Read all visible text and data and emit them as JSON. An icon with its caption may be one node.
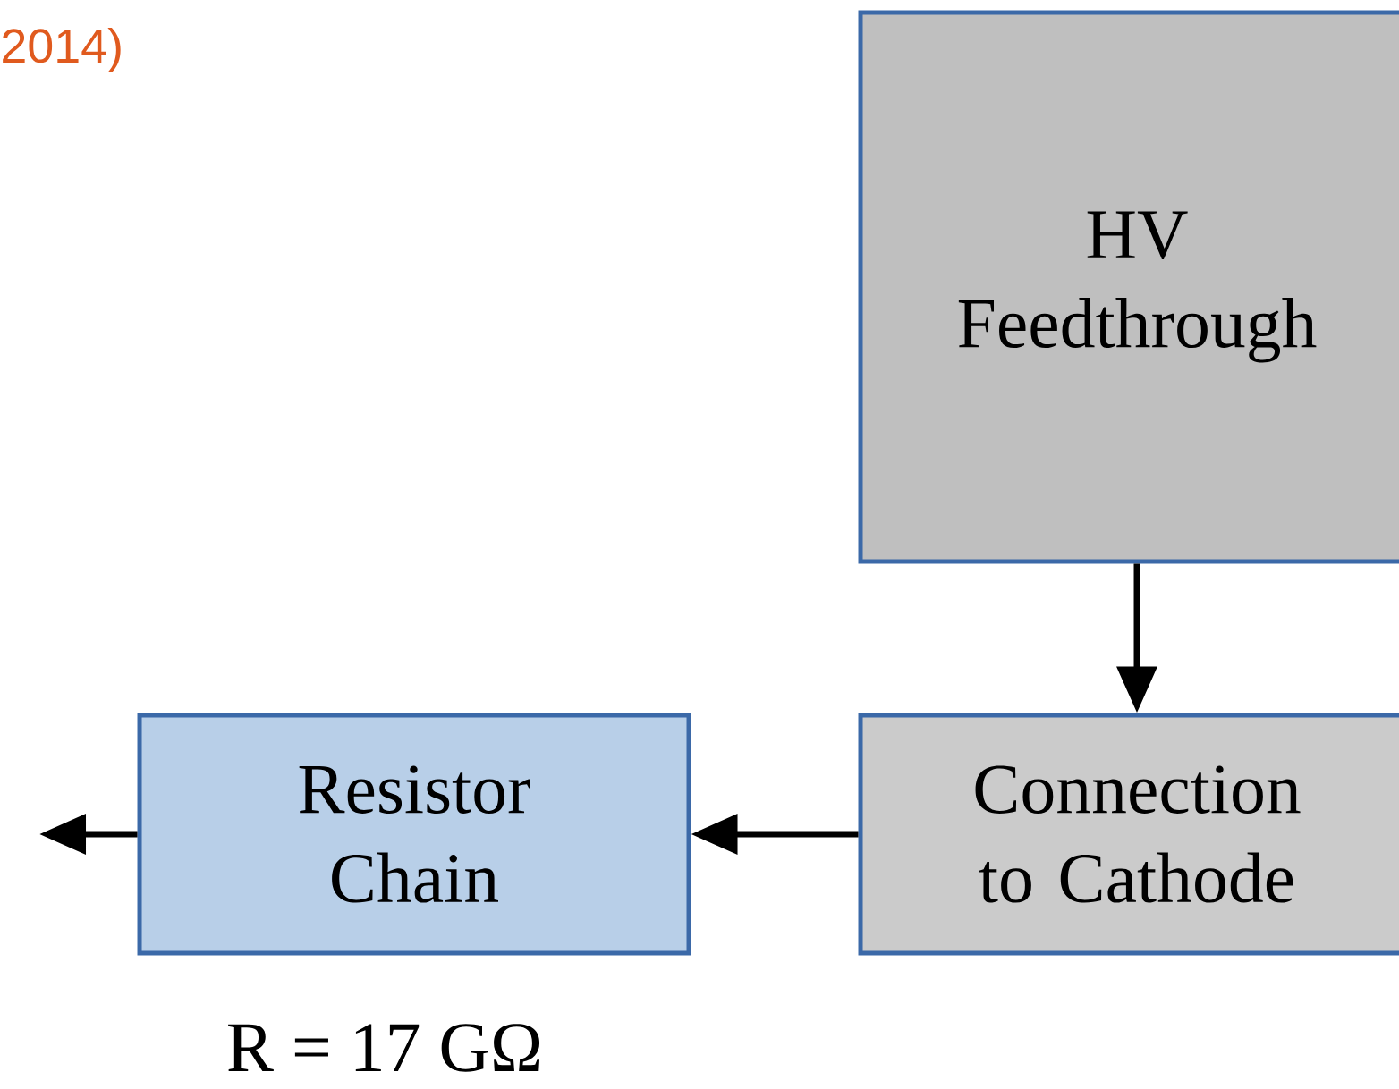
{
  "diagram": {
    "nodes": [
      {
        "text": [
          "HV Feedthrough"
        ]
      },
      {
        "text": [
          "Connection to Cathode"
        ]
      },
      {
        "text": [
          "Resistor Chain"
        ]
      }
    ],
    "edges": [
      {
        "from": 0,
        "to": 1,
        "arrow": "to"
      },
      {
        "from": 1,
        "to": 2,
        "arrow": "to"
      },
      {
        "from": 2,
        "to": null,
        "arrow": "to"
      }
    ],
    "labels": [
      "2014)",
      "R = 17 GΩ"
    ]
  }
}
